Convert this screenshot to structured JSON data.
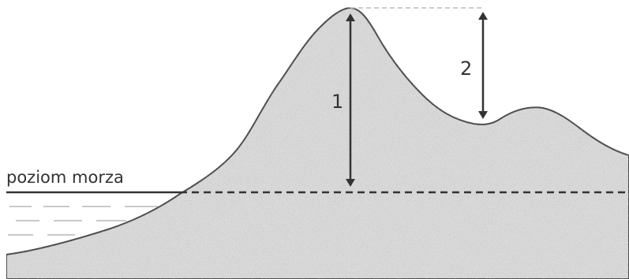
{
  "labels": {
    "sea_level": "poziom morza",
    "height_1": "1",
    "height_2": "2"
  },
  "colors": {
    "terrain_fill": "#d9d9d9",
    "terrain_stroke": "#4a4a4a",
    "line": "#333333",
    "water_wave": "#c9c9c9",
    "helper_dash": "#bbbbbb"
  }
}
